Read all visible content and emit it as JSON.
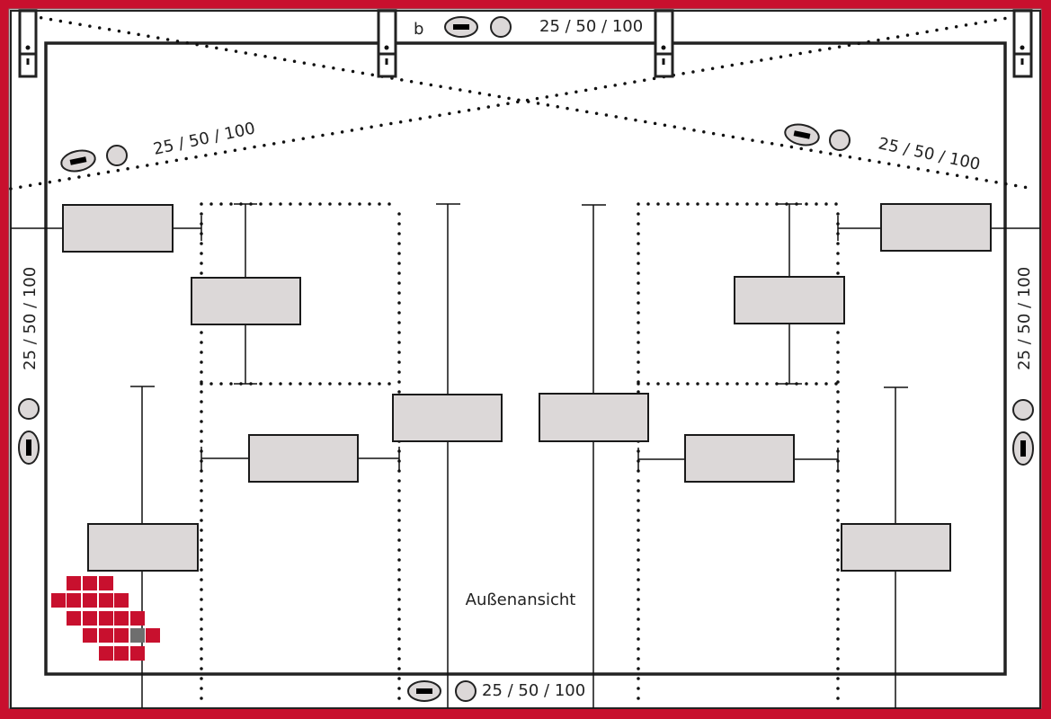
{
  "diagram": {
    "view_label": "Außenansicht",
    "top_label_letter": "b",
    "dimension_labels": {
      "top": "25 / 50 / 100",
      "diagonal_left": "25 / 50 / 100",
      "diagonal_right": "25 / 50 / 100",
      "left": "25 / 50 / 100",
      "right": "25 / 50 / 100",
      "bottom": "25 / 50 / 100"
    },
    "colors": {
      "frame_border": "#c8102e",
      "box_fill": "#dcd8d8",
      "logo_red": "#c8102e",
      "logo_gray": "#6e6e6e"
    }
  }
}
